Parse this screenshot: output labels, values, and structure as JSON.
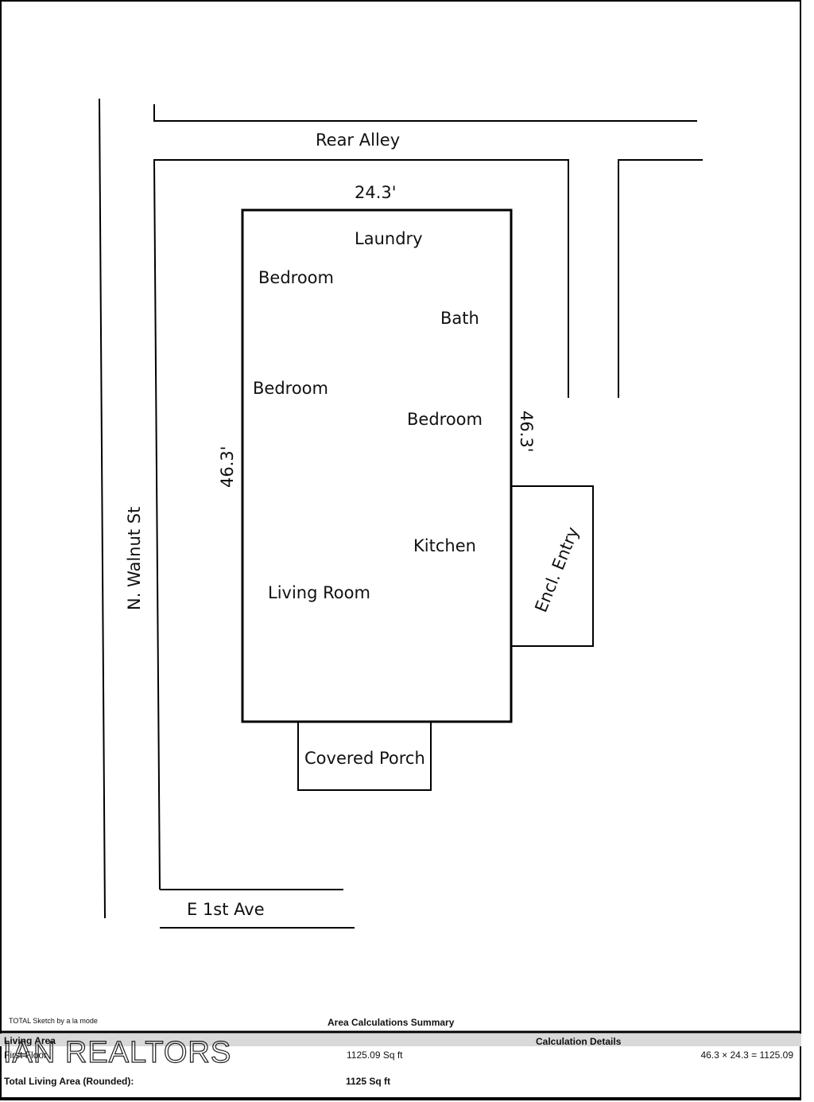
{
  "streets": {
    "rear_alley": "Rear Alley",
    "walnut": "N. Walnut St",
    "first_ave": "E 1st Ave"
  },
  "dimensions": {
    "top": "24.3'",
    "left": "46.3'",
    "right": "46.3'"
  },
  "rooms": {
    "laundry": "Laundry",
    "bedroom_1": "Bedroom",
    "bath": "Bath",
    "bedroom_2": "Bedroom",
    "bedroom_3": "Bedroom",
    "kitchen": "Kitchen",
    "living_room": "Living Room",
    "covered_porch": "Covered Porch",
    "encl_entry": "Encl. Entry"
  },
  "footer": {
    "software_note": "TOTAL Sketch by a la mode",
    "summary_title": "Area Calculations Summary",
    "calc_details_header": "Calculation Details",
    "living_area_label": "Living Area",
    "first_floor_label": "First Floor",
    "first_floor_area": "1125.09 Sq ft",
    "first_floor_calc": "46.3 × 24.3  =  1125.09",
    "total_label": "Total Living Area (Rounded):",
    "total_value": "1125 Sq ft",
    "watermark": "IAN REALTORS"
  }
}
